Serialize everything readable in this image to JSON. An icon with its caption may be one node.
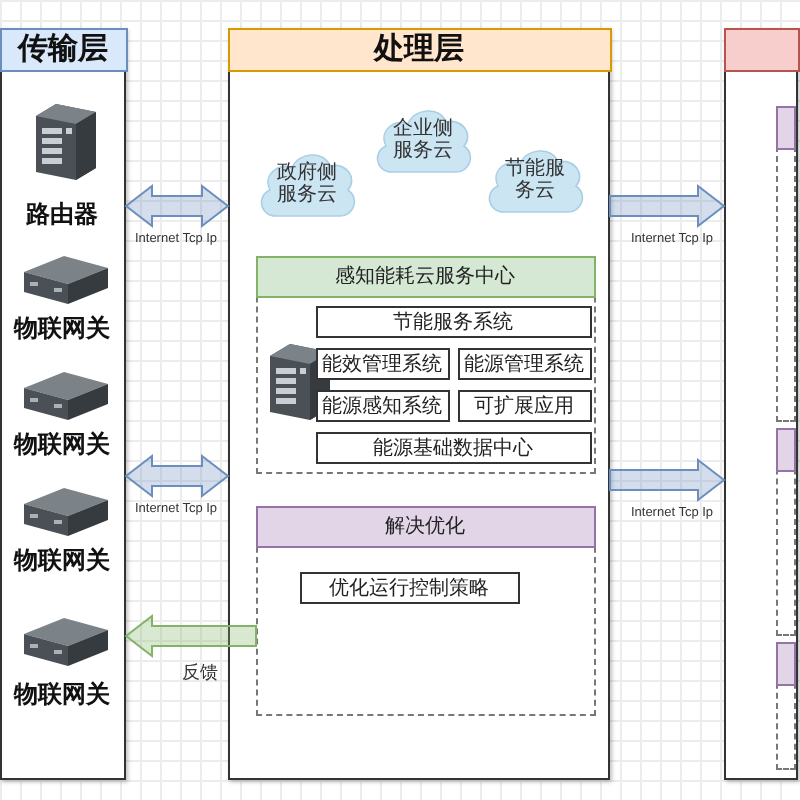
{
  "diagram": {
    "nodes": [
      {
        "text": [
          "传输层"
        ]
      },
      {
        "text": [
          "路由器"
        ],
        "in": 0
      },
      {
        "text": [
          "物联网关"
        ],
        "in": 0
      },
      {
        "text": [
          "物联网关"
        ],
        "in": 0
      },
      {
        "text": [
          "物联网关"
        ],
        "in": 0
      },
      {
        "text": [
          "物联网关"
        ],
        "in": 0
      },
      {
        "text": [
          "处理层"
        ]
      },
      {
        "text": [
          "政府侧服务云"
        ],
        "in": 6
      },
      {
        "text": [
          "企业侧服务云"
        ],
        "in": 6
      },
      {
        "text": [
          "节能服务云"
        ],
        "in": 6
      },
      {
        "text": [
          "感知能耗云服务中心"
        ],
        "in": 6
      },
      {
        "text": [
          "节能服务系统"
        ],
        "in": 10
      },
      {
        "text": [
          "能效管理系统"
        ],
        "in": 10
      },
      {
        "text": [
          "能源管理系统"
        ],
        "in": 10
      },
      {
        "text": [
          "能源感知系统"
        ],
        "in": 10
      },
      {
        "text": [
          "可扩展应用"
        ],
        "in": 10
      },
      {
        "text": [
          "能源基础数据中心"
        ],
        "in": 10
      },
      {
        "text": [
          "解决优化"
        ],
        "in": 6
      },
      {
        "text": [
          "优化运行控制策略"
        ],
        "in": 17
      },
      {
        "text": [],
        "shape": "box"
      },
      {
        "text": [],
        "shape": "box",
        "in": 19
      },
      {
        "text": [],
        "shape": "box",
        "in": 19
      },
      {
        "text": [],
        "shape": "box",
        "in": 19
      }
    ],
    "edges": [
      {
        "from": 6,
        "to": 0,
        "arrow": "both",
        "label": "Internet Tcp Ip"
      },
      {
        "from": 6,
        "to": 0,
        "arrow": "both",
        "label": "Internet Tcp Ip"
      },
      {
        "from": 6,
        "to": 19,
        "arrow": "to",
        "label": "Internet Tcp Ip"
      },
      {
        "from": 6,
        "to": 19,
        "arrow": "to",
        "label": "Internet Tcp Ip"
      },
      {
        "from": 17,
        "to": 0,
        "arrow": "to",
        "label": "反馈",
        "color": "#82b366"
      }
    ]
  }
}
